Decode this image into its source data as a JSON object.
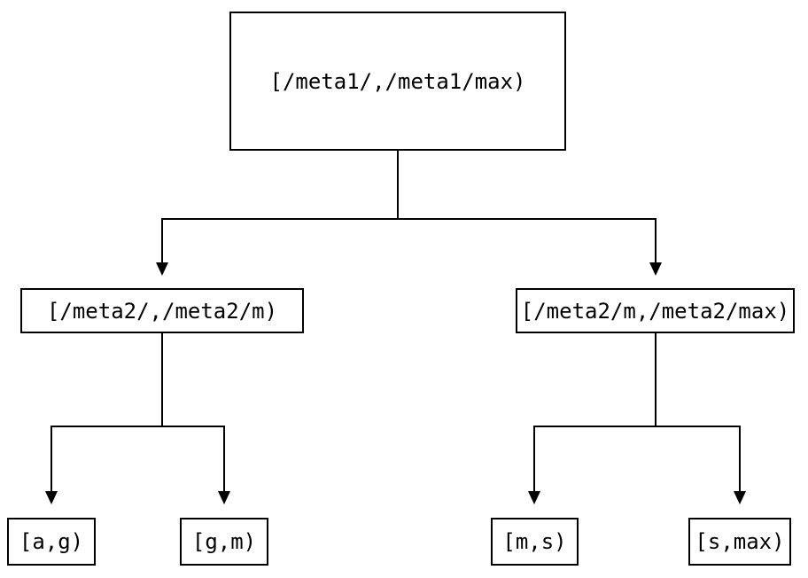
{
  "diagram": {
    "type": "binary-tree",
    "colors": {
      "background": "#ffffff",
      "line": "#000000",
      "text": "#000000",
      "node_fill": "#ffffff"
    },
    "nodes": {
      "root": {
        "label": "[/meta1/,/meta1/max)"
      },
      "left": {
        "label": "[/meta2/,/meta2/m)"
      },
      "right": {
        "label": "[/meta2/m,/meta2/max)"
      },
      "leaf_ag": {
        "label": "[a,g)"
      },
      "leaf_gm": {
        "label": "[g,m)"
      },
      "leaf_ms": {
        "label": "[m,s)"
      },
      "leaf_smax": {
        "label": "[s,max)"
      }
    },
    "edges": [
      {
        "from": "root",
        "to": "left"
      },
      {
        "from": "root",
        "to": "right"
      },
      {
        "from": "left",
        "to": "leaf_ag"
      },
      {
        "from": "left",
        "to": "leaf_gm"
      },
      {
        "from": "right",
        "to": "leaf_ms"
      },
      {
        "from": "right",
        "to": "leaf_smax"
      }
    ]
  }
}
